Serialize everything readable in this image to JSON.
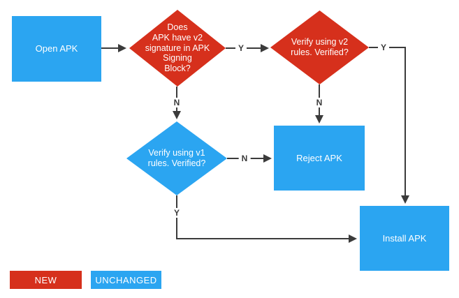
{
  "palette": {
    "red": "#D6301C",
    "blue": "#2BA5F1",
    "line": "#3B3B3B",
    "label_text": "#3B3B3B",
    "node_text": "#FFFFFF"
  },
  "nodes": {
    "open_apk": {
      "label": "Open APK",
      "type": "process",
      "color": "blue"
    },
    "v2_check": {
      "label": "Does\nAPK have v2\nsignature in APK\nSigning\nBlock?",
      "type": "decision",
      "color": "red"
    },
    "v2_verify": {
      "label": "Verify using v2\nrules. Verified?",
      "type": "decision",
      "color": "red"
    },
    "v1_verify": {
      "label": "Verify using v1\nrules. Verified?",
      "type": "decision",
      "color": "blue"
    },
    "reject": {
      "label": "Reject APK",
      "type": "process",
      "color": "blue"
    },
    "install": {
      "label": "Install APK",
      "type": "process",
      "color": "blue"
    }
  },
  "edge_labels": {
    "v2_check_yes": "Y",
    "v2_check_no": "N",
    "v2_verify_yes": "Y",
    "v2_verify_no": "N",
    "v1_verify_no": "N",
    "v1_verify_yes": "Y"
  },
  "legend": {
    "new": "NEW",
    "unchanged": "UNCHANGED"
  }
}
